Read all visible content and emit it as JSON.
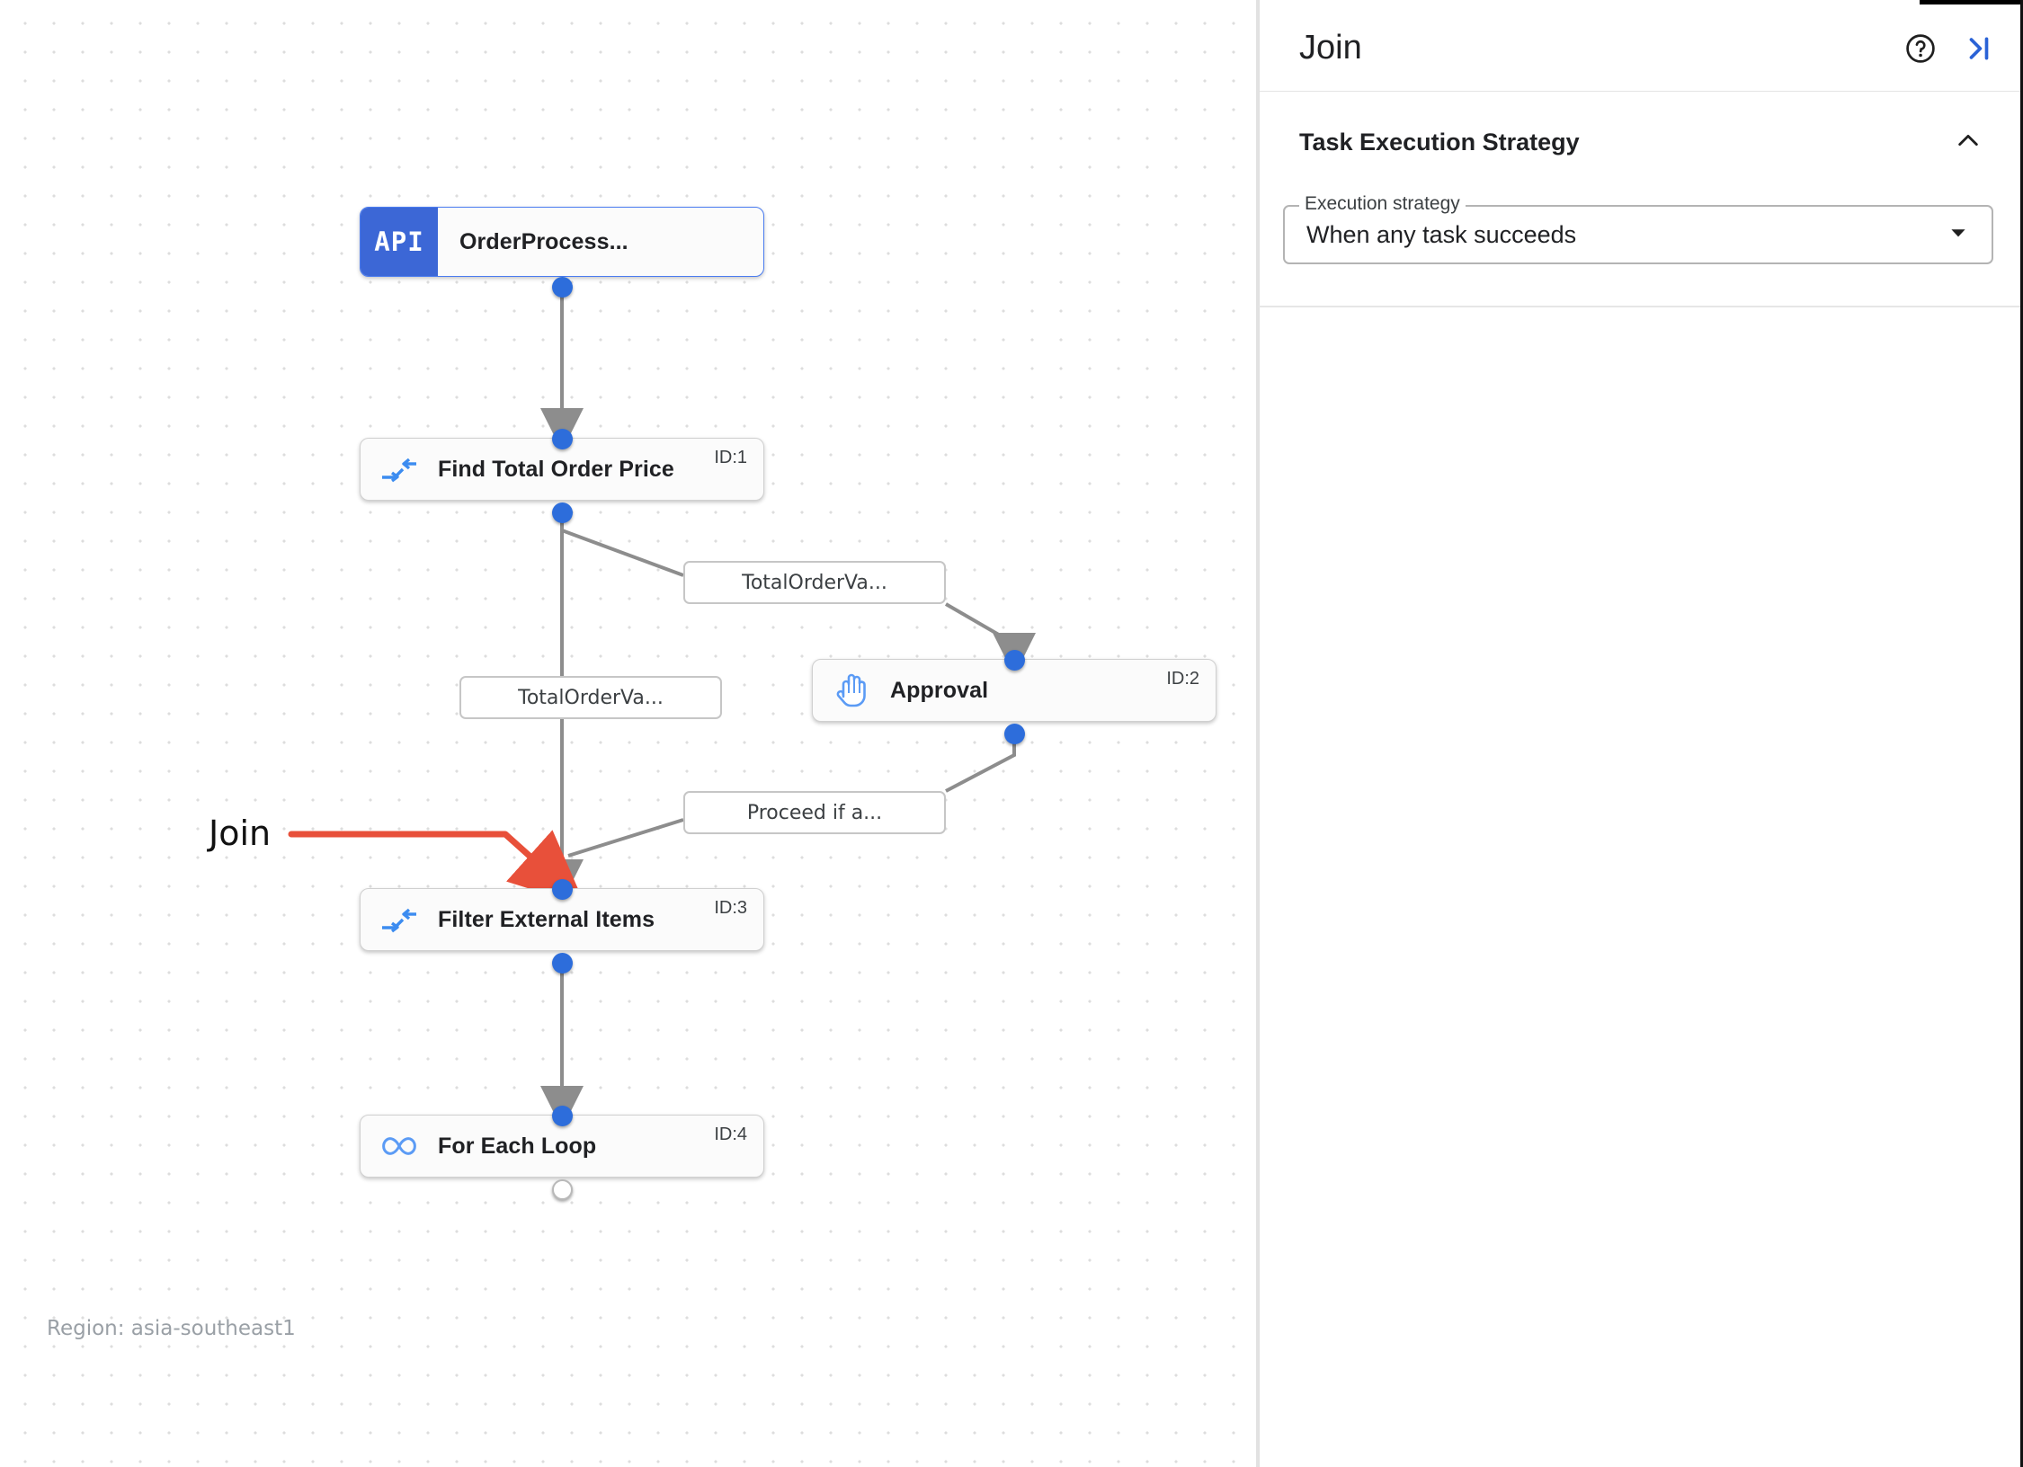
{
  "canvas": {
    "region_label": "Region: asia-southeast1",
    "annotation": {
      "label": "Join",
      "color": "#e8503a"
    },
    "nodes": [
      {
        "id": "api",
        "title": "OrderProcess...",
        "badge": "API",
        "icon": "api-badge-icon",
        "id_text": ""
      },
      {
        "id": "1",
        "title": "Find Total Order Price",
        "badge": "",
        "icon": "merge-arrows-icon",
        "id_text": "ID:1"
      },
      {
        "id": "2",
        "title": "Approval",
        "badge": "",
        "icon": "hand-icon",
        "id_text": "ID:2"
      },
      {
        "id": "3",
        "title": "Filter External Items",
        "badge": "",
        "icon": "merge-arrows-icon",
        "id_text": "ID:3"
      },
      {
        "id": "4",
        "title": "For Each Loop",
        "badge": "",
        "icon": "infinity-icon",
        "id_text": "ID:4"
      }
    ],
    "edge_labels": [
      {
        "id": "e1",
        "text": "TotalOrderVa..."
      },
      {
        "id": "e2",
        "text": "TotalOrderVa..."
      },
      {
        "id": "e3",
        "text": "Proceed if a..."
      }
    ]
  },
  "panel": {
    "title": "Join",
    "help_icon": "help-circle-icon",
    "collapse_icon": "collapse-panel-icon",
    "section": {
      "title": "Task Execution Strategy",
      "chevron": "chevron-up-icon"
    },
    "field": {
      "legend": "Execution strategy",
      "value": "When any task succeeds",
      "chevron": "chevron-down-icon"
    }
  },
  "colors": {
    "accent": "#2d6ddb",
    "api_chip": "#3c67d6",
    "annotation": "#e8503a",
    "edge": "#7c7c7c"
  }
}
